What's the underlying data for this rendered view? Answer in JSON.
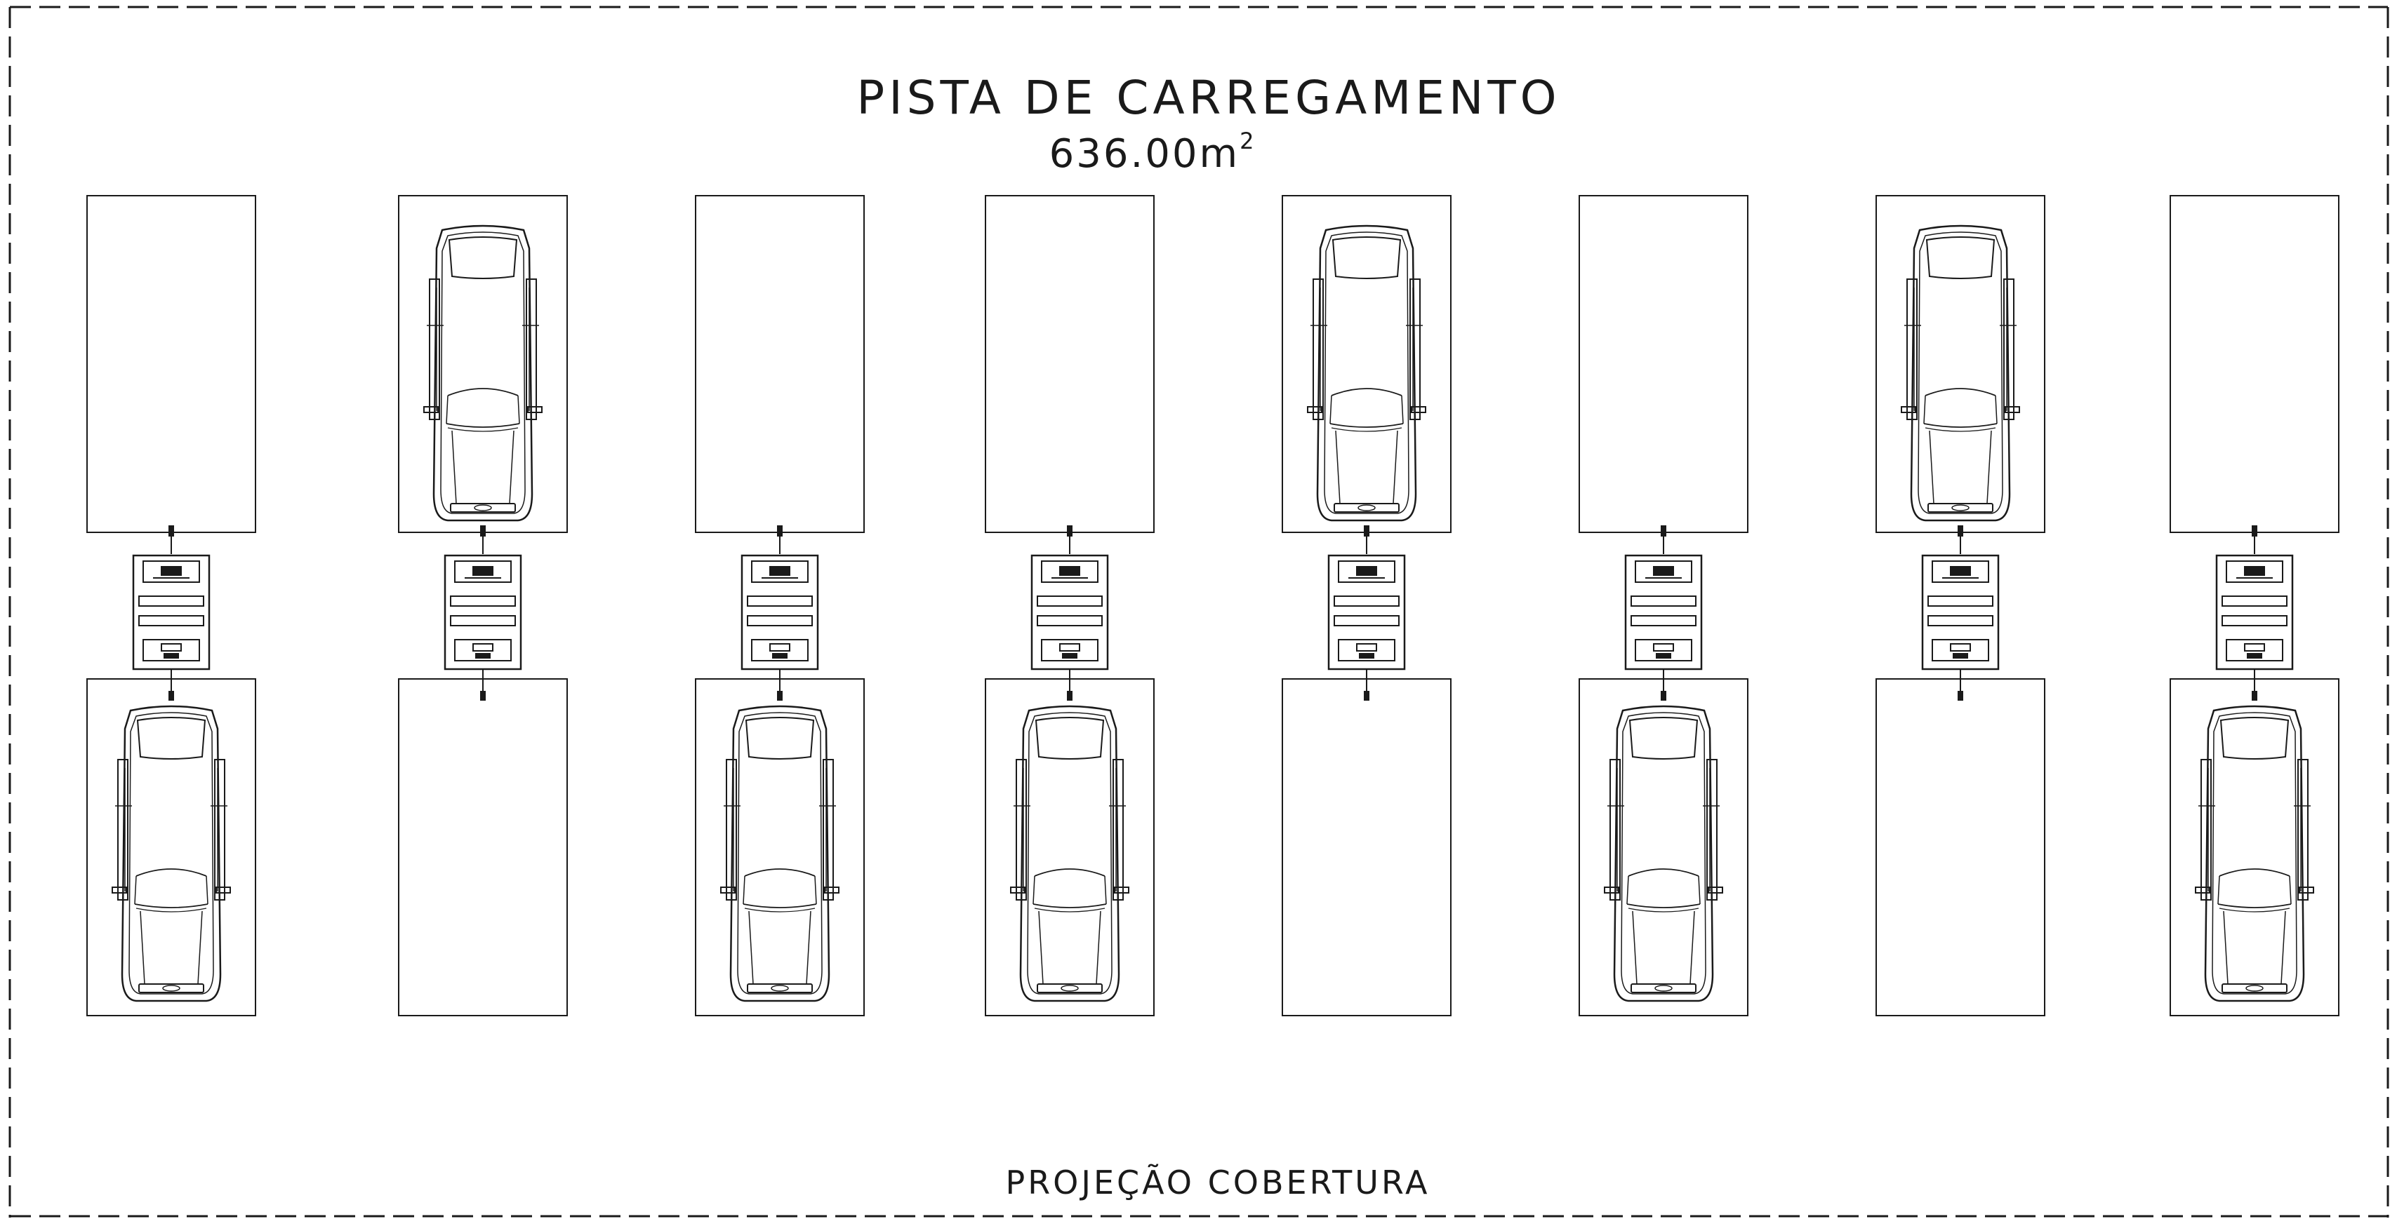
{
  "title": "PISTA DE CARREGAMENTO",
  "area_value": "636.00m",
  "area_superscript": "2",
  "footer_label": "PROJEÇÃO COBERTURA",
  "line_color": "#1a1a1a",
  "stations": [
    {
      "top_car": false,
      "bottom_car": true
    },
    {
      "top_car": true,
      "bottom_car": false
    },
    {
      "top_car": false,
      "bottom_car": true
    },
    {
      "top_car": false,
      "bottom_car": true
    },
    {
      "top_car": true,
      "bottom_car": false
    },
    {
      "top_car": false,
      "bottom_car": true
    },
    {
      "top_car": true,
      "bottom_car": false
    },
    {
      "top_car": false,
      "bottom_car": true
    }
  ]
}
